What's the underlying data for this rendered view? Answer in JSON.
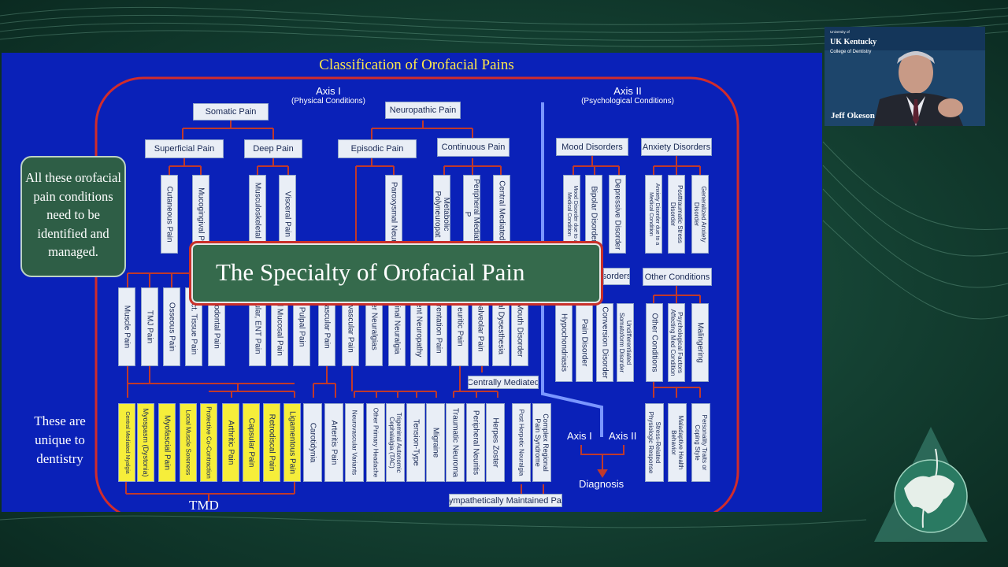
{
  "slide": {
    "title": "Classification of Orofacial Pains",
    "axis1": {
      "title": "Axis I",
      "subtitle": "(Physical Conditions)"
    },
    "axis2": {
      "title": "Axis II",
      "subtitle": "(Psychological Conditions)"
    },
    "side_note": "All these orofacial pain conditions need to be identified and managed.",
    "unique_note": "These are unique to dentistry",
    "tmd_label": "TMD",
    "diagnosis": {
      "axis1": "Axis I",
      "axis2": "Axis II",
      "result": "Diagnosis"
    },
    "banner": "The Specialty of Orofacial Pain",
    "boxes": {
      "somatic": "Somatic Pain",
      "neuropathic": "Neuropathic Pain",
      "superficial": "Superficial Pain",
      "deep": "Deep Pain",
      "episodic": "Episodic Pain",
      "continuous": "Continuous Pain",
      "mood": "Mood Disorders",
      "anxiety": "Anxiety Disorders",
      "somatoform_partial": "sorders",
      "other_conditions": "Other Conditions",
      "centrally_mediated": "Centrally Mediated",
      "sympathetically": "Sympathetically Maintained Pain",
      "cutaneous": "Cutaneous Pain",
      "mucogingival": "Mucogingival P",
      "musculoskeletal": "Musculoskeletal P",
      "visceral": "Visceral Pain",
      "paroxysmal": "Paroxysmal Neura",
      "metabolic": "Metabolic Polyneuropat",
      "peripheral_mediated": "Peripheral Mediated P",
      "central_mediated": "Central Mediated P",
      "mood_medical": "Mood Disorder due to a Medical Condition",
      "bipolar": "Bipolar Disorder",
      "depressive": "Depressive Disorder",
      "anxiety_medical": "Anxiety Disorder due to a Medical Condition",
      "ptsd": "Posttraumatic Stress Disorder",
      "gad": "Generalized Anxiety Disorder",
      "muscle": "Muscle Pain",
      "tmj": "TMJ Pain",
      "osseous": "Osseous Pain",
      "conn_tissue": "ect. Tissue Pain",
      "periodontal": "odontal Pain",
      "ocular": "cular, ENT Pain",
      "mucosal": "ral Mucosal Pain",
      "pulpal": "Pulpal Pain",
      "vascular": "ascular Pain",
      "neurovascular": "ovascular Pain",
      "neuralgias": "er Neuralgias",
      "trigeminal_neuralgia": "minal Neuralgia",
      "neuropathy": "ment Neuropathy",
      "deafferentation": "erentation Pain",
      "neuritic": "euritic Pain",
      "alveolar": "oalveolar Pain",
      "dysesthesia": "sal Dysesthesia",
      "burning_mouth": "g Mouth Disorder",
      "hypochondriasis": "Hypochondriasis",
      "pain_disorder": "Pain Disorder",
      "conversion": "Conversion Disorder",
      "undifferentiated": "Undifferentiated Somatoform Disorder",
      "other_conditions_v": "Other Conditions",
      "psych_factors": "Psychological Factors Affecting Med Condition",
      "malingering": "Malingering",
      "central_myalgia": "Central Mediated Myalgia",
      "myospasm": "Myospasm (Dystonia)",
      "myofascial": "Myofascial Pain",
      "local_soreness": "Local Muscle Soreness",
      "co_contraction": "Protective Co-Contraction",
      "arthritic": "Arthritic Pain",
      "capsular": "Capsular Pain",
      "retrodiscal": "Retrodiscal Pain",
      "ligamentous": "Ligamentous Pain",
      "carotidynia": "Carotidynia",
      "arteritis": "Arteritis Pain",
      "neurovascular_variants": "Neurovascular Variants",
      "other_headache": "Other Primary Headache",
      "tac": "Trigeminal Autonomic Cephalalgia (TAC)",
      "tension": "Tension-Type",
      "migraine": "Migraine",
      "traumatic_neuroma": "Traumatic Neuroma",
      "peripheral_neuritis": "Peripheral Neuritis",
      "herpes": "Herpes Zoster",
      "post_herpetic": "Post Herpetic Neuralgia",
      "crps": "Complex Regional Pain Syndrome",
      "stress_related": "Stress-Related Physiologic Response",
      "maladaptive": "Maladaptive Health Behavior",
      "personality": "Personality Traits or Coping Style"
    }
  },
  "video": {
    "logo_university": "University of",
    "logo_kentucky": "UK Kentucky",
    "logo_college": "College of Dentistry",
    "speaker": "Jeff Okeson"
  },
  "colors": {
    "slide_bg": "#0a21b8",
    "title": "#ffe84a",
    "frame": "#d12c2c",
    "tmd_box": "#f6ee3a",
    "banner": "#356a4c"
  }
}
